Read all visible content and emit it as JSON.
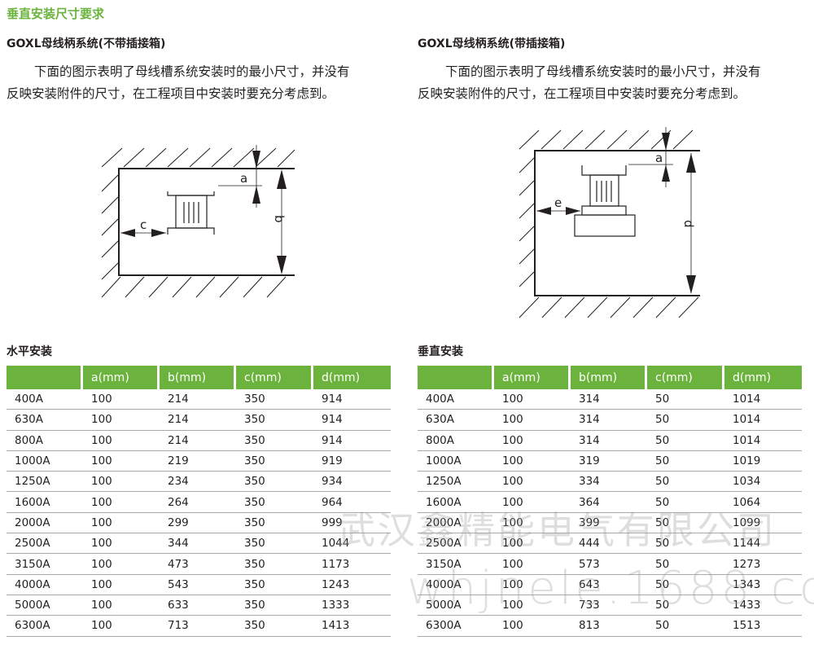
{
  "page": {
    "title": "垂直安装尺寸要求"
  },
  "left": {
    "section_title": "GOXL母线柄系统(不带插接箱)",
    "description_line1": "下面的图示表明了母线槽系统安装时的最小尺寸，并没有",
    "description_line2": "反映安装附件的尺寸，在工程项目中安装时要充分考虑到。",
    "diagram": {
      "labels": {
        "a": "a",
        "b": "b",
        "c": "c"
      }
    },
    "table_title": "水平安装",
    "table": {
      "headers": [
        "",
        "a(mm)",
        "b(mm)",
        "c(mm)",
        "d(mm)"
      ],
      "rows": [
        [
          "400A",
          "100",
          "214",
          "350",
          "914"
        ],
        [
          "630A",
          "100",
          "214",
          "350",
          "914"
        ],
        [
          "800A",
          "100",
          "214",
          "350",
          "914"
        ],
        [
          "1000A",
          "100",
          "219",
          "350",
          "919"
        ],
        [
          "1250A",
          "100",
          "234",
          "350",
          "934"
        ],
        [
          "1600A",
          "100",
          "264",
          "350",
          "964"
        ],
        [
          "2000A",
          "100",
          "299",
          "350",
          "999"
        ],
        [
          "2500A",
          "100",
          "344",
          "350",
          "1044"
        ],
        [
          "3150A",
          "100",
          "473",
          "350",
          "1173"
        ],
        [
          "4000A",
          "100",
          "543",
          "350",
          "1243"
        ],
        [
          "5000A",
          "100",
          "633",
          "350",
          "1333"
        ],
        [
          "6300A",
          "100",
          "713",
          "350",
          "1413"
        ]
      ]
    }
  },
  "right": {
    "section_title": "GOXL母线柄系统(带插接箱)",
    "description_line1": "下面的图示表明了母线槽系统安装时的最小尺寸，并没有",
    "description_line2": "反映安装附件的尺寸，在工程项目中安装时要充分考虑到。",
    "diagram": {
      "labels": {
        "a": "a",
        "d": "d",
        "e": "e"
      }
    },
    "table_title": "垂直安装",
    "table": {
      "headers": [
        "",
        "a(mm)",
        "b(mm)",
        "c(mm)",
        "d(mm)"
      ],
      "rows": [
        [
          "400A",
          "100",
          "314",
          "50",
          "1014"
        ],
        [
          "630A",
          "100",
          "314",
          "50",
          "1014"
        ],
        [
          "800A",
          "100",
          "314",
          "50",
          "1014"
        ],
        [
          "1000A",
          "100",
          "319",
          "50",
          "1019"
        ],
        [
          "1250A",
          "100",
          "334",
          "50",
          "1034"
        ],
        [
          "1600A",
          "100",
          "364",
          "50",
          "1064"
        ],
        [
          "2000A",
          "100",
          "399",
          "50",
          "1099"
        ],
        [
          "2500A",
          "100",
          "444",
          "50",
          "1144"
        ],
        [
          "3150A",
          "100",
          "573",
          "50",
          "1273"
        ],
        [
          "4000A",
          "100",
          "643",
          "50",
          "1343"
        ],
        [
          "5000A",
          "100",
          "733",
          "50",
          "1433"
        ],
        [
          "6300A",
          "100",
          "813",
          "50",
          "1513"
        ]
      ]
    }
  },
  "watermark": {
    "company": "武汉鑫精能电气有限公司",
    "url": "whjnele.1688.com"
  },
  "colors": {
    "accent_green": "#6cb33e",
    "text": "#231f20",
    "row_divider": "#a8a8a8"
  }
}
